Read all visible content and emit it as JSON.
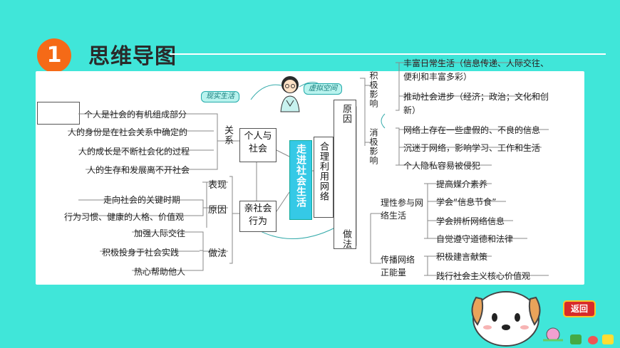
{
  "header": {
    "number": "1",
    "title": "思维导图"
  },
  "center": {
    "title": "走进社会生活"
  },
  "left": {
    "topic1": {
      "label": "个人与社会",
      "relation_label": "关系",
      "items": [
        "个人是社会的有机组成部分",
        "人的身份是在社会关系中确定的",
        "人的成长是不断社会化的过程",
        "人的生存和发展离不开社会"
      ]
    },
    "topic2": {
      "label": "亲社会行为",
      "biaoxian": "表现",
      "reason_label": "原因",
      "method_label": "做法",
      "reason_items": [
        "走向社会的关键时期",
        "行为习惯、健康的人格、价值观"
      ],
      "method_items": [
        "加强人际交往",
        "积极投身于社会实践",
        "热心帮助他人"
      ]
    }
  },
  "right": {
    "topic": "合理利用网络",
    "reason_label": "原因",
    "method_label": "做法",
    "positive_label": "积极影响",
    "positive_items": [
      "丰富日常生活（信息传递、人际交往、便利和丰富多彩）",
      "推动社会进步（经济；政治；文化和创新）"
    ],
    "negative_label": "消极影响",
    "negative_items": [
      "网络上存在一些虚假的、不良的信息",
      "沉迷于网络，影响学习、工作和生活",
      "个人隐私容易被侵犯"
    ],
    "method1_label": "理性参与网络生活",
    "method1_items": [
      "提高媒介素养",
      "学会“信息节食”",
      "学会辨析网络信息",
      "自觉遵守道德和法律"
    ],
    "method2_label": "传播网络正能量",
    "method2_items": [
      "积极建言献策",
      "践行社会主义核心价值观"
    ]
  },
  "tags": {
    "real": "现实生活",
    "virtual": "虚拟空间"
  },
  "back_button": "返回",
  "colors": {
    "background": "#40e6d9",
    "number_circle": "#f56a17",
    "center_node": "#35c9e6"
  }
}
